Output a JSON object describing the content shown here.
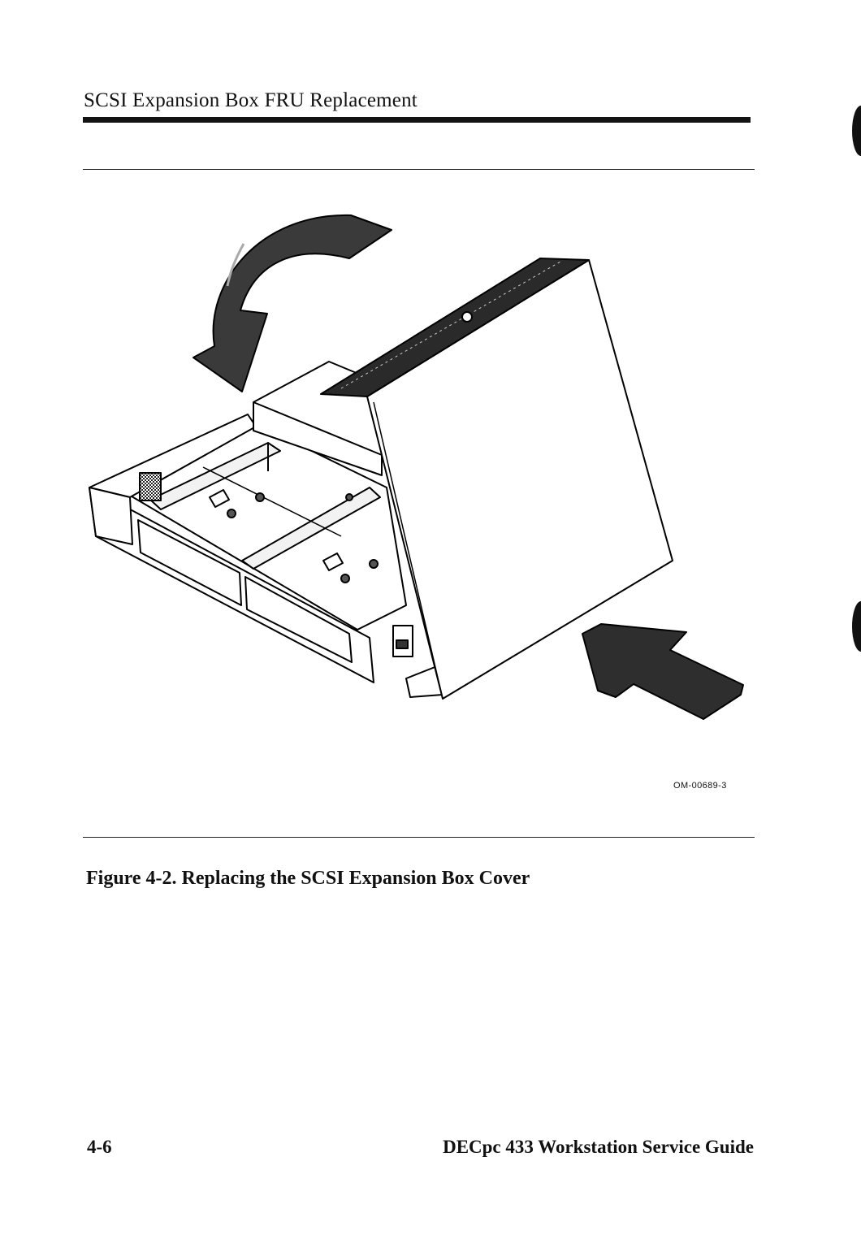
{
  "header": {
    "section_title": "SCSI Expansion Box FRU Replacement"
  },
  "figure": {
    "drawing_code": "OM-00689-3",
    "caption": "Figure 4-2. Replacing the SCSI Expansion Box Cover",
    "illustration_parts": [
      "expansion-box-chassis",
      "expansion-box-cover",
      "curved-arrow",
      "straight-arrow"
    ]
  },
  "footer": {
    "page_number": "4-6",
    "guide_title": "DECpc 433 Workstation Service Guide"
  },
  "colors": {
    "ink": "#111111",
    "arrow_fill": "#333333",
    "background": "#ffffff"
  }
}
